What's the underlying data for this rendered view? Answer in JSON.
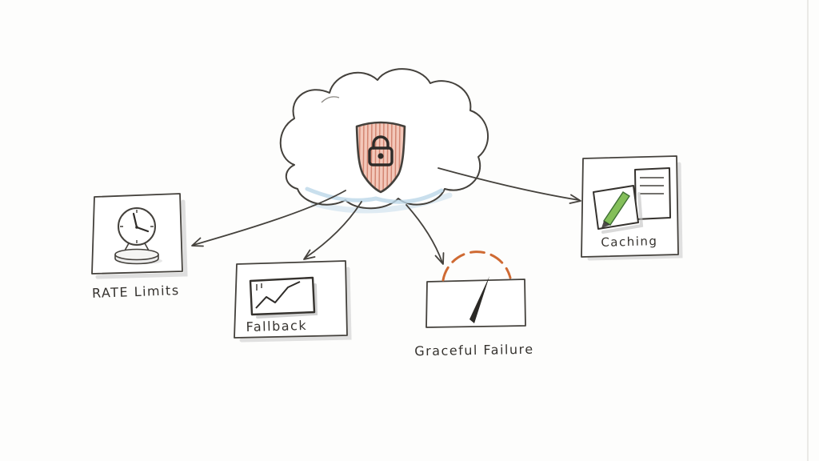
{
  "diagram": {
    "type": "hand-drawn-sketch",
    "background": "#fdfdfc",
    "ink_color": "#3d3a36",
    "center_node": {
      "name": "cloud-with-shield",
      "icon": "shield-lock-icon",
      "shield_fill": "#f3c8ba",
      "shield_hatch": "#c8705a",
      "cloud_shade": "#c3dcec"
    },
    "nodes": [
      {
        "id": "rate-limits",
        "label": "RATE Limits",
        "icon": "clock-icon"
      },
      {
        "id": "fallback",
        "label": "Fallback",
        "icon": "trend-chart-icon"
      },
      {
        "id": "graceful-failure",
        "label": "Graceful Failure",
        "icon": "gauge-icon",
        "arc_color": "#cf6a33"
      },
      {
        "id": "caching",
        "label": "Caching",
        "icon": "documents-icon",
        "highlight_color": "#84bf5a"
      }
    ],
    "edges": [
      {
        "from": "cloud",
        "to": "rate-limits"
      },
      {
        "from": "cloud",
        "to": "fallback"
      },
      {
        "from": "cloud",
        "to": "graceful-failure"
      },
      {
        "from": "cloud",
        "to": "caching"
      }
    ],
    "colors": {
      "shadow": "#c4c4c4",
      "paper_edge": "#e3e1dd"
    }
  }
}
